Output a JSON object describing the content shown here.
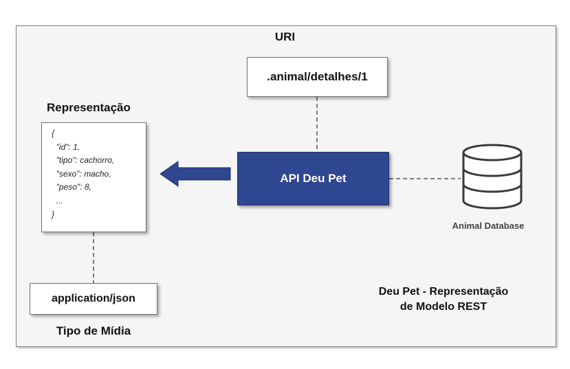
{
  "uri": {
    "label": "URI",
    "value": ".animal/detalhes/1"
  },
  "api": {
    "label": "API Deu Pet"
  },
  "representacao": {
    "label": "Representação",
    "lines": [
      "{",
      "  \"id\": 1,",
      "  \"tipo\": cachorro,",
      "  \"sexo\": macho,",
      "  \"peso\": 8,",
      "  ...",
      "}"
    ]
  },
  "media_type": {
    "value": "application/json",
    "label": "Tipo de Mídia"
  },
  "database": {
    "label": "Animal Database",
    "icon": "database-icon"
  },
  "title": {
    "line1": "Deu Pet - Representação",
    "line2": "de Modelo REST"
  },
  "colors": {
    "api_fill": "#2f4690",
    "arrow_fill": "#2f4690",
    "frame_fill": "#f5f5f5",
    "border": "#6f6f6f"
  }
}
